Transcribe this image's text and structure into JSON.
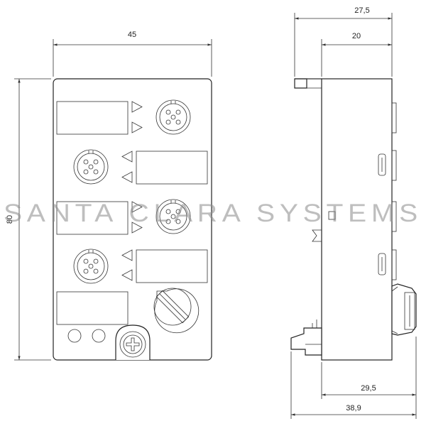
{
  "dimensions": {
    "front_width": "45",
    "front_height": "80",
    "side_top_outer": "27,5",
    "side_top_inner": "20",
    "side_bottom_inner": "29,5",
    "side_bottom_outer": "38,9"
  },
  "watermark": {
    "text": "SANTA CLARA SYSTEMS"
  }
}
